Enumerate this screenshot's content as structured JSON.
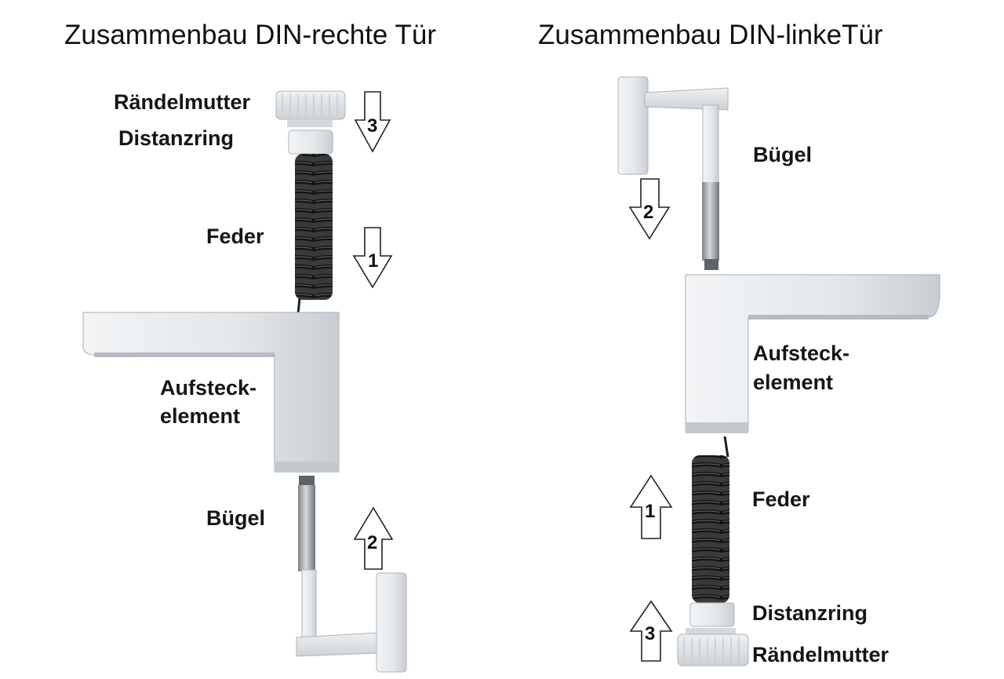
{
  "titles": {
    "right_door": "Zusammenbau DIN-rechte Tür",
    "left_door": "Zusammenbau DIN-linkeTür"
  },
  "right_assembly": {
    "labels": {
      "nut": "Rändelmutter",
      "ring": "Distanzring",
      "spring": "Feder",
      "element_line1": "Aufsteck-",
      "element_line2": "element",
      "bracket": "Bügel"
    },
    "steps": {
      "nut": "3",
      "spring": "1",
      "bracket": "2"
    }
  },
  "left_assembly": {
    "labels": {
      "bracket": "Bügel",
      "element_line1": "Aufsteck-",
      "element_line2": "element",
      "spring": "Feder",
      "ring": "Distanzring",
      "nut": "Rändelmutter"
    },
    "steps": {
      "bracket": "2",
      "spring": "1",
      "nut": "3"
    }
  },
  "colors": {
    "part_white": "#e8ebee",
    "part_shadow": "#b9bec4",
    "spring_dark": "#2a2a2a",
    "pin_metal": "#9ea3a8",
    "arrow_outline": "#222222"
  }
}
